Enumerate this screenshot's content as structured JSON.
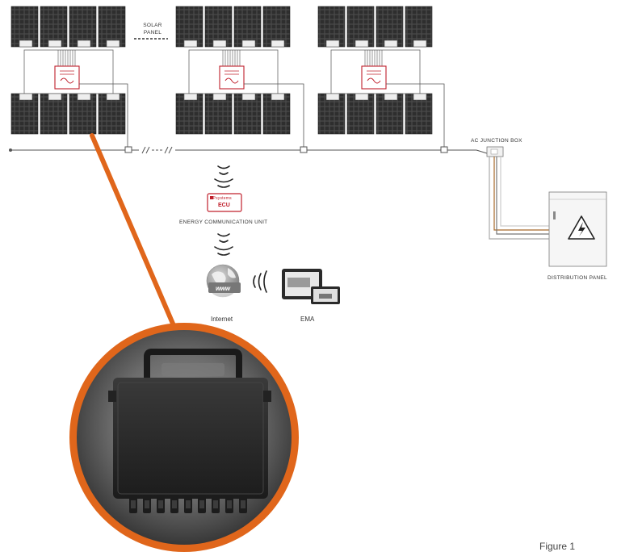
{
  "labels": {
    "solar_panel": "SOLAR PANEL",
    "ecu_brand": "APsystems",
    "ecu_short": "ECU",
    "ecu_unit": "ENERGY COMMUNICATION UNIT",
    "ac_junction_box": "AC JUNCTION BOX",
    "distribution_panel": "DISTRIBUTION PANEL",
    "internet": "Internet",
    "www": "www",
    "ema": "EMA",
    "figure": "Figure 1"
  },
  "colors": {
    "accent_orange": "#e0661b",
    "ecu_red": "#c0202c",
    "panel_dark": "#3a3a3a",
    "wire_brown": "#a6692a"
  },
  "icons": [
    "solar-panel-icon",
    "microinverter-icon",
    "wireless-signal-icon",
    "globe-icon",
    "tablet-icon",
    "high-voltage-icon"
  ]
}
